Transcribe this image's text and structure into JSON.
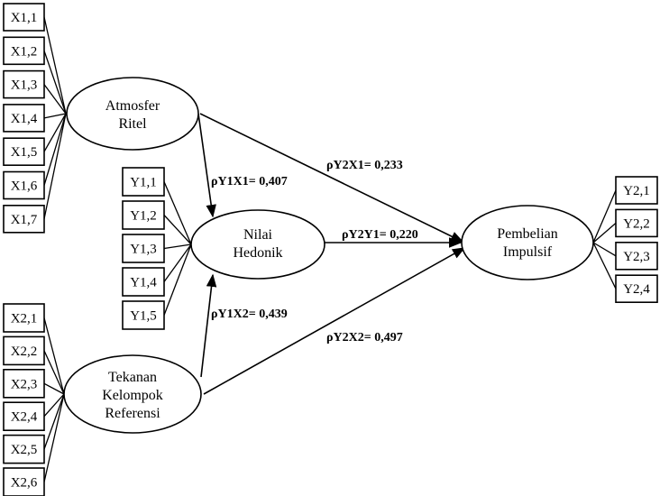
{
  "constructs": {
    "atmosfer": {
      "lines": [
        "Atmosfer",
        "Ritel"
      ]
    },
    "hedonik": {
      "lines": [
        "Nilai",
        "Hedonik"
      ]
    },
    "tekanan": {
      "lines": [
        "Tekanan",
        "Kelompok",
        "Referensi"
      ]
    },
    "pembelian": {
      "lines": [
        "Pembelian",
        "Impulsif"
      ]
    }
  },
  "indicators": {
    "x1": [
      "X1,1",
      "X1,2",
      "X1,3",
      "X1,4",
      "X1,5",
      "X1,6",
      "X1,7"
    ],
    "y1": [
      "Y1,1",
      "Y1,2",
      "Y1,3",
      "Y1,4",
      "Y1,5"
    ],
    "x2": [
      "X2,1",
      "X2,2",
      "X2,3",
      "X2,4",
      "X2,5",
      "X2,6"
    ],
    "y2": [
      "Y2,1",
      "Y2,2",
      "Y2,3",
      "Y2,4"
    ]
  },
  "paths": {
    "y1x1": {
      "symbol": "ρ",
      "name": "Y1X1",
      "value": "= 0,407"
    },
    "y1x2": {
      "symbol": "ρ",
      "name": "Y1X2",
      "value": "= 0,439"
    },
    "y2x1": {
      "symbol": "ρ",
      "name": "Y2X1",
      "value": "= 0,233"
    },
    "y2y1": {
      "symbol": "ρ",
      "name": "Y2Y1",
      "value": "= 0,220"
    },
    "y2x2": {
      "symbol": "ρ",
      "name": "Y2X2",
      "value": "= 0,497"
    }
  }
}
